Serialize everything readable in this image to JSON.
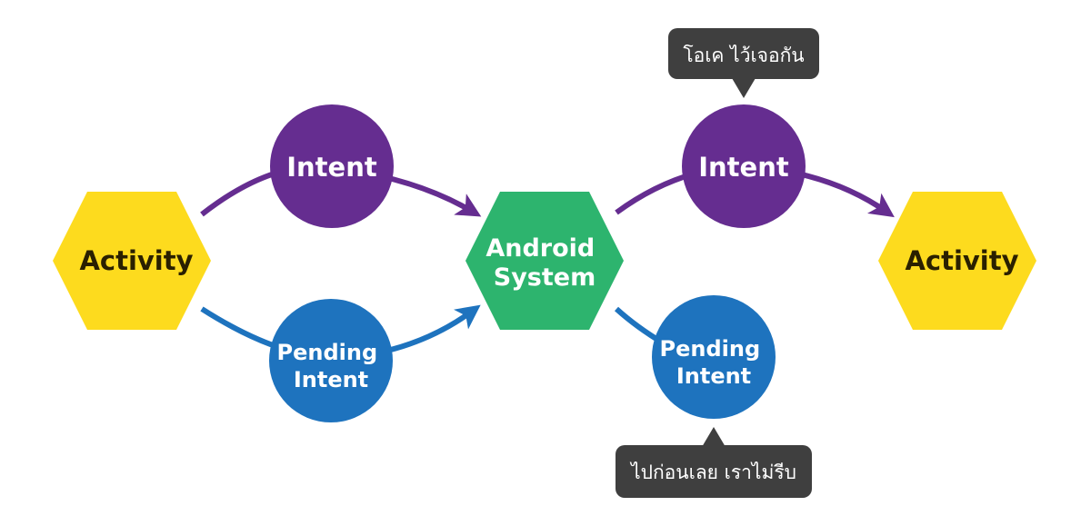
{
  "colors": {
    "activity": "#fddb1e",
    "android_system": "#2db46e",
    "intent": "#652d90",
    "pending_intent": "#1e73be",
    "bubble": "#3f3f3f"
  },
  "nodes": {
    "activity_left": "Activity",
    "intent_left": "Intent",
    "pending_left": [
      "Pending",
      "Intent"
    ],
    "android_system": [
      "Android",
      "System"
    ],
    "intent_right": "Intent",
    "pending_right": [
      "Pending",
      "Intent"
    ],
    "activity_right": "Activity"
  },
  "bubbles": {
    "top": "โอเค ไว้เจอกัน",
    "bottom": "ไปก่อนเลย เราไม่รีบ"
  }
}
